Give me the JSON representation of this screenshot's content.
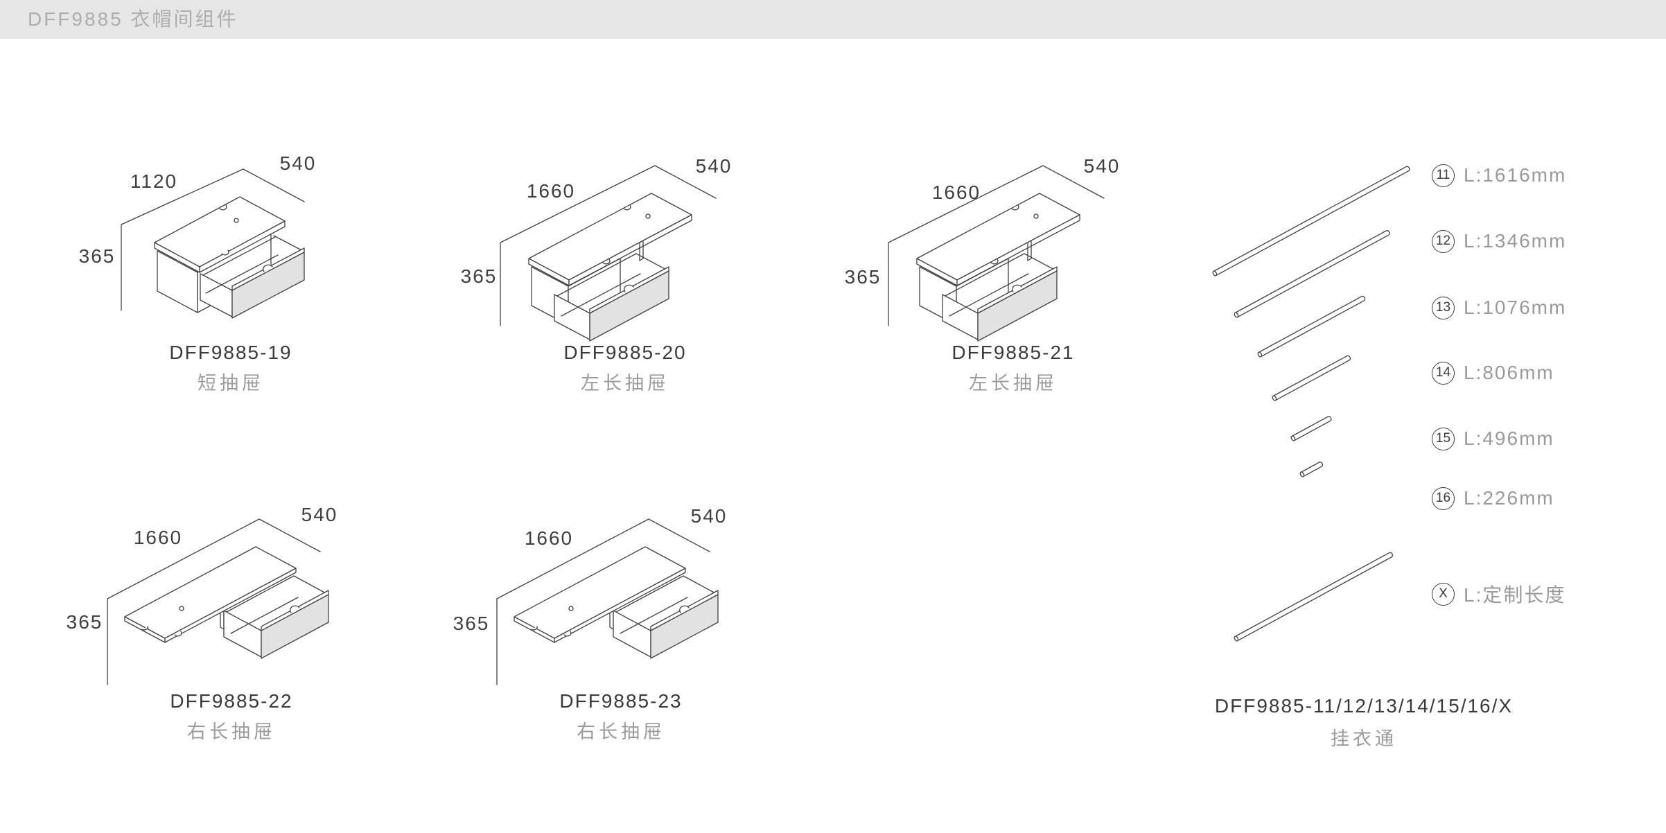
{
  "header": {
    "title": "DFF9885 衣帽间组件"
  },
  "units": [
    {
      "code": "DFF9885-19",
      "name": "短抽屉",
      "dim_width": "1120",
      "dim_depth": "540",
      "dim_height": "365"
    },
    {
      "code": "DFF9885-20",
      "name": "左长抽屉",
      "dim_width": "1660",
      "dim_depth": "540",
      "dim_height": "365"
    },
    {
      "code": "DFF9885-21",
      "name": "左长抽屉",
      "dim_width": "1660",
      "dim_depth": "540",
      "dim_height": "365"
    },
    {
      "code": "DFF9885-22",
      "name": "右长抽屉",
      "dim_width": "1660",
      "dim_depth": "540",
      "dim_height": "365"
    },
    {
      "code": "DFF9885-23",
      "name": "右长抽屉",
      "dim_width": "1660",
      "dim_depth": "540",
      "dim_height": "365"
    }
  ],
  "rods": {
    "items": [
      {
        "ref": "11",
        "label": "L:1616mm"
      },
      {
        "ref": "12",
        "label": "L:1346mm"
      },
      {
        "ref": "13",
        "label": "L:1076mm"
      },
      {
        "ref": "14",
        "label": "L:806mm"
      },
      {
        "ref": "15",
        "label": "L:496mm"
      },
      {
        "ref": "16",
        "label": "L:226mm"
      },
      {
        "ref": "X",
        "label": "L:定制长度"
      }
    ],
    "code": "DFF9885-11/12/13/14/15/16/X",
    "name": "挂衣通"
  },
  "colors": {
    "line": "#404040",
    "panel_fill": "#e2e2e2",
    "muted_text": "#9b9b9b",
    "titlebar_bg": "#e6e6e6",
    "titlebar_text": "#aeaeae"
  }
}
